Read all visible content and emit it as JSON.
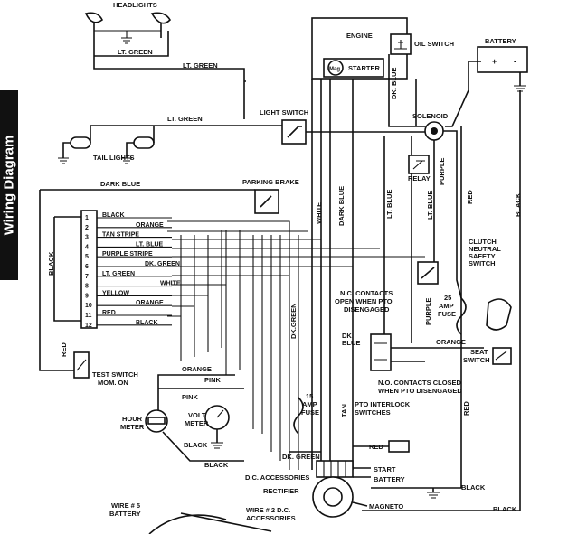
{
  "sidebar_title": "Wiring Diagram",
  "components": {
    "headlights": "HEADLIGHTS",
    "engine": "ENGINE",
    "oil_switch": "OIL SWITCH",
    "battery": "BATTERY",
    "battery_plus": "+",
    "battery_minus": "-",
    "mag": "Mag",
    "starter": "STARTER",
    "light_switch": "LIGHT SWITCH",
    "solenoid": "SOLENOID",
    "tail_lights": "TAIL LIGHTS",
    "relay": "RELAY",
    "parking_brake": "PARKING BRAKE",
    "clutch_neutral_line1": "CLUTCH",
    "clutch_neutral_line2": "NEUTRAL",
    "clutch_neutral_line3": "SAFETY",
    "clutch_neutral_line4": "SWITCH",
    "fuse25_line1": "25",
    "fuse25_line2": "AMP",
    "fuse25_line3": "FUSE",
    "nc_contacts_line1": "N.C. CONTACTS",
    "nc_contacts_line2": "OPEN WHEN PTO",
    "nc_contacts_line3": "DISENGAGED",
    "no_contacts_line1": "N.O. CONTACTS CLOSED",
    "no_contacts_line2": "WHEN PTO DISENGAGED",
    "pto_interlock_line1": "PTO INTERLOCK",
    "pto_interlock_line2": "SWITCHES",
    "seat_switch_line1": "SEAT",
    "seat_switch_line2": "SWITCH",
    "test_switch_line1": "TEST SWITCH",
    "test_switch_line2": "MOM. ON",
    "hour_meter_line1": "HOUR",
    "hour_meter_line2": "METER",
    "volt_meter_line1": "VOLT",
    "volt_meter_line2": "METER",
    "fuse15_line1": "15",
    "fuse15_line2": "AMP",
    "fuse15_line3": "FUSE",
    "dc_accessories": "D.C. ACCESSORIES",
    "rectifier": "RECTIFIER",
    "start": "START",
    "battery_term": "BATTERY",
    "magneto": "MAGNETO",
    "wire5_line1": "WIRE # 5",
    "wire5_line2": "BATTERY",
    "wire2_line1": "WIRE # 2 D.C.",
    "wire2_line2": "ACCESSORIES"
  },
  "wire_labels": {
    "lt_green_headlights": "LT. GREEN",
    "lt_green_top": "LT. GREEN",
    "lt_green_tail": "LT. GREEN",
    "dark_blue_left": "DARK BLUE",
    "dk_blue_oil": "DK. BLUE",
    "purple_solenoid": "PURPLE",
    "white_vertical": "WHITE",
    "dark_blue_vertical": "DARK BLUE",
    "lt_blue_vertical_1": "LT. BLUE",
    "lt_blue_vertical_2": "LT. BLUE",
    "red_right": "RED",
    "black_right": "BLACK",
    "black_left": "BLACK",
    "red_left": "RED",
    "dk_green_vertical": "DK.GREEN",
    "purple_fuse": "PURPLE",
    "dk_blue_pto_line1": "DK.",
    "dk_blue_pto_line2": "BLUE",
    "orange_pto": "ORANGE",
    "orange_meter": "ORANGE",
    "pink_meter_1": "PINK",
    "pink_meter_2": "PINK",
    "tan_vertical": "TAN",
    "red_lower_right": "RED",
    "black_meter": "BLACK",
    "black_meter_2": "BLACK",
    "dk_green_bottom": "DK. GREEN",
    "red_bottom": "RED",
    "black_bottom_1": "BLACK",
    "black_bottom_2": "BLACK"
  },
  "connector": {
    "pins": [
      "1",
      "2",
      "3",
      "4",
      "5",
      "6",
      "7",
      "8",
      "9",
      "10",
      "11",
      "12"
    ],
    "wires": [
      "BLACK",
      "ORANGE",
      "TAN STRIPE",
      "LT. BLUE",
      "PURPLE STRIPE",
      "DK. GREEN",
      "LT. GREEN",
      "WHITE",
      "YELLOW",
      "ORANGE",
      "RED",
      "BLACK"
    ]
  }
}
